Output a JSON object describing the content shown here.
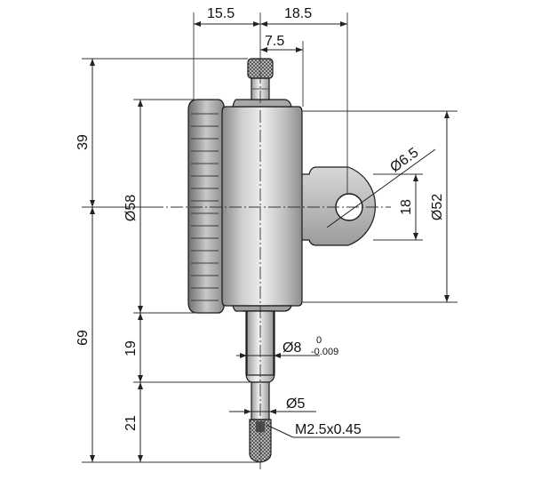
{
  "dimensions": {
    "top_left_width": "15.5",
    "top_right_width": "18.5",
    "stem_offset": "7.5",
    "upper_height": "39",
    "lower_height": "69",
    "dial_diameter": "Ø58",
    "lug_hole_diameter": "Ø6.5",
    "lug_height": "18",
    "back_diameter": "Ø52",
    "stem_length": "19",
    "stem_diameter": "Ø8",
    "stem_tol_upper": "0",
    "stem_tol_lower": "-0.009",
    "tip_length": "21",
    "tip_diameter": "Ø5",
    "thread": "M2.5x0.45"
  },
  "colors": {
    "body_light": "#e6e6e6",
    "body_mid": "#bdbdbd",
    "body_dark": "#7a7a7a",
    "line": "#222222"
  }
}
